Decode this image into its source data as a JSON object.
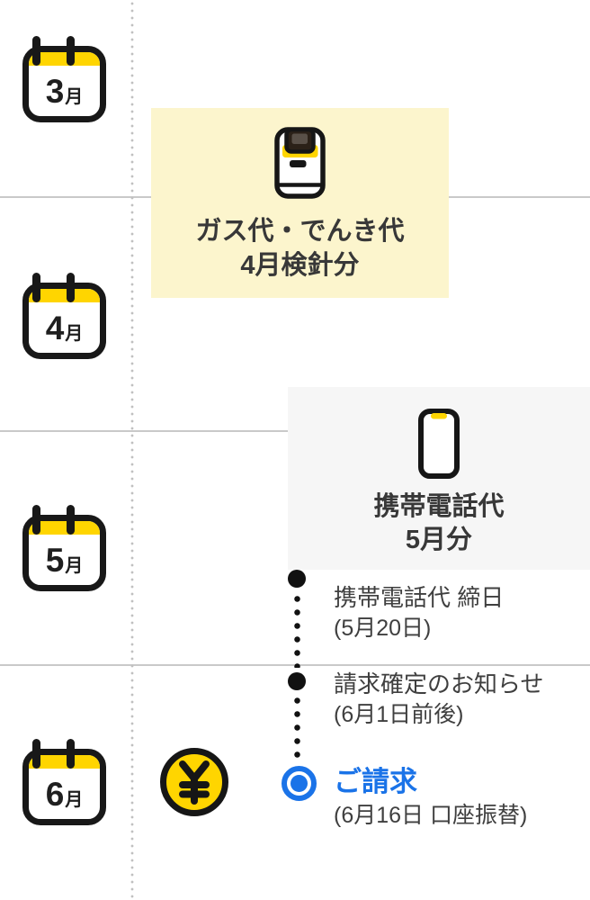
{
  "months": [
    {
      "num": "3",
      "unit": "月"
    },
    {
      "num": "4",
      "unit": "月"
    },
    {
      "num": "5",
      "unit": "月"
    },
    {
      "num": "6",
      "unit": "月"
    }
  ],
  "cards": {
    "utility": {
      "line1": "ガス代・でんき代",
      "line2": "4月検針分"
    },
    "mobile": {
      "line1": "携帯電話代",
      "line2": "5月分"
    }
  },
  "events": [
    {
      "title": "携帯電話代 締日",
      "subtitle": "(5月20日)"
    },
    {
      "title": "請求確定のお知らせ",
      "subtitle": "(6月1日前後)"
    },
    {
      "title": "ご請求",
      "subtitle": "(6月16日 口座振替)"
    }
  ],
  "icons": {
    "calendar": "calendar-icon",
    "gas_meter": "gas-meter-icon",
    "smartphone": "smartphone-icon",
    "yen_coin": "yen-coin-icon",
    "yen_symbol": "¥"
  },
  "colors": {
    "accent_yellow": "#FFD500",
    "utility_card_bg": "#FCF5CD",
    "mobile_card_bg": "#F6F6F6",
    "accent_blue": "#1A73E8",
    "divider_gray": "#C9C9C9",
    "ink": "#111111",
    "text_dark": "#3F3F3F"
  }
}
